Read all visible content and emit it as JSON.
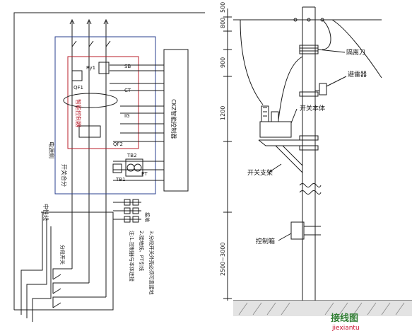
{
  "wiring": {
    "label_neutral_line": "中性线",
    "label_power_side": "电源侧",
    "label_open_close_button": "开关合分",
    "label_control_module": "智能控制器",
    "label_controller_ckz": "CKZ智能控制器",
    "label_relay": "Ry1",
    "label_qf": "QF1",
    "label_qf2": "QF2",
    "label_tb1": "TB1",
    "label_tb2": "TB2",
    "label_pt": "PT",
    "label_sb": "SB",
    "label_ct": "CT",
    "label_ig": "IG",
    "label_ground": "接地",
    "label_fuse_note": "分段开关",
    "label_note_1": "注:1.控制器与本体连接",
    "label_note_2": "2.接地线、PT引线",
    "label_note_3": "3.分段开关外壳必须可靠接地"
  },
  "pole": {
    "dim_top": "500",
    "dim_800": "800",
    "dim_900": "900",
    "dim_1200": "1200",
    "dim_bottom": "2500~3000",
    "label_isolator": "隔离刀",
    "label_arrester": "避雷器",
    "label_switch_body": "开关本体",
    "label_switch_bracket": "开关支架",
    "label_control_box": "控制箱"
  },
  "watermark": {
    "text_1": "接线图",
    "text_2": "jiexiantu"
  },
  "colors": {
    "line": "#1a1a1a",
    "blue_box": "#2a3f8f",
    "red_box": "#b81c2a",
    "ground": "#8a8a8a",
    "watermark_red": "#c8102e",
    "watermark_green": "#2f7d32"
  }
}
